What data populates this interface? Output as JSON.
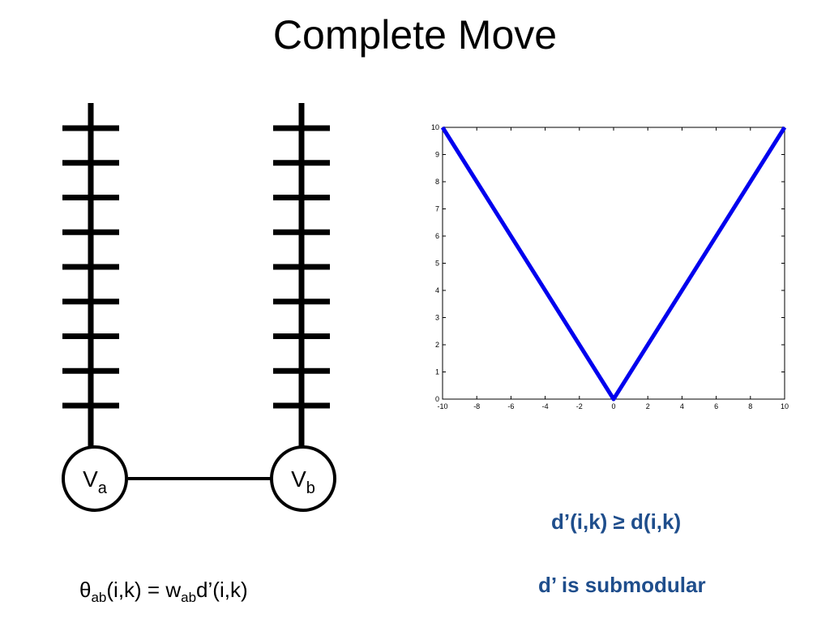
{
  "slide": {
    "title": "Complete Move"
  },
  "graph": {
    "node_a": {
      "main": "V",
      "sub": "a"
    },
    "node_b": {
      "main": "V",
      "sub": "b"
    },
    "label_count": 9
  },
  "equation": {
    "theta": "θ",
    "theta_sub": "ab",
    "part1": "(i,k) = w",
    "w_sub": "ab",
    "part2": "d’(i,k)"
  },
  "notes": {
    "inequality": "d’(i,k) ≥ d(i,k)",
    "submodular": "d’ is submodular"
  },
  "chart_data": {
    "type": "line",
    "x": [
      -10,
      0,
      10
    ],
    "series": [
      {
        "values": [
          10,
          0,
          10
        ]
      }
    ],
    "xlim": [
      -10,
      10
    ],
    "ylim": [
      0,
      10
    ],
    "xticks": [
      -10,
      -8,
      -6,
      -4,
      -2,
      0,
      2,
      4,
      6,
      8,
      10
    ],
    "yticks": [
      0,
      1,
      2,
      3,
      4,
      5,
      6,
      7,
      8,
      9,
      10
    ],
    "grid": false,
    "line_color": "#0000ee",
    "title": "",
    "xlabel": "",
    "ylabel": ""
  }
}
